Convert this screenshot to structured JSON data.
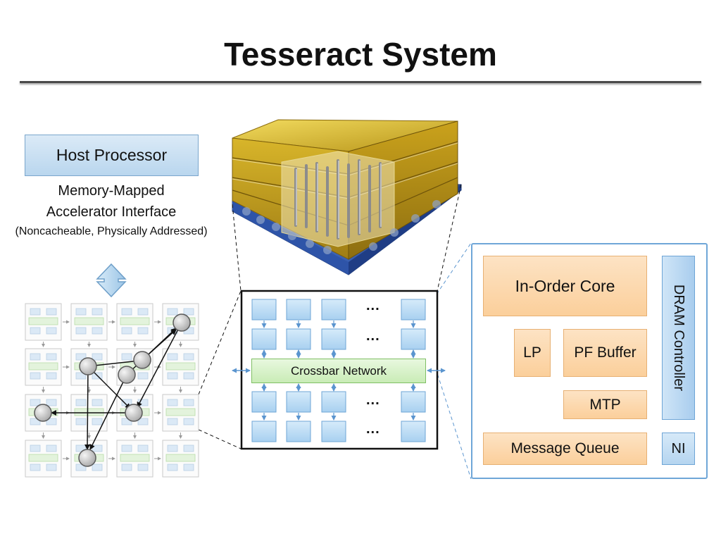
{
  "title": "Tesseract System",
  "host": {
    "label": "Host Processor",
    "interface_line1": "Memory-Mapped",
    "interface_line2": "Accelerator Interface",
    "interface_line3": "(Noncacheable, Physically Addressed)"
  },
  "vault": {
    "crossbar_label": "Crossbar Network",
    "ellipsis": "..."
  },
  "core_panel": {
    "core": "In-Order Core",
    "lp": "LP",
    "pf_buffer": "PF Buffer",
    "mtp": "MTP",
    "message_queue": "Message Queue",
    "dram_controller": "DRAM Controller",
    "ni": "NI"
  },
  "colors": {
    "host_fill": "#c9e0f3",
    "crossbar_fill": "#d6f1c8",
    "unit_fill": "#fbd9b0",
    "dram_fill": "#bcd9f2",
    "cube_gold": "#c9a81c",
    "cube_base": "#3a5fb0",
    "arrow_orange": "#f2a55a",
    "arrow_blue": "#5b95cf"
  }
}
